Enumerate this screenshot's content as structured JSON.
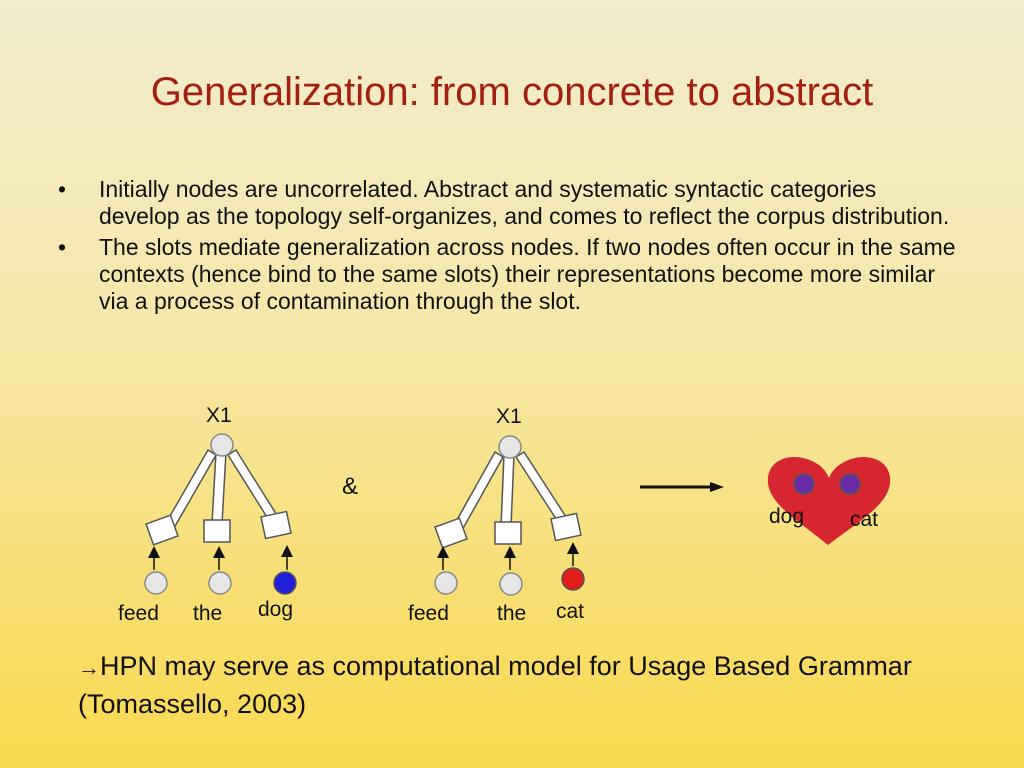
{
  "slide": {
    "title": "Generalization: from concrete to abstract",
    "bullets": [
      "Initially nodes are uncorrelated. Abstract and systematic syntactic categories develop as the topology self-organizes, and comes to reflect the corpus distribution.",
      "The slots mediate generalization across nodes. If two nodes often occur in the same contexts (hence bind to the same slots) their representations become more similar via a process of contamination through the slot."
    ],
    "bullet_symbol": "•",
    "conclusion": {
      "arrow": "→",
      "text": "HPN may serve as computational model for Usage Based Grammar (Tomassello, 2003)"
    }
  },
  "diagram": {
    "tree1": {
      "root": "X1",
      "words": [
        "feed",
        "the",
        "dog"
      ]
    },
    "tree2": {
      "root": "X1",
      "words": [
        "feed",
        "the",
        "cat"
      ]
    },
    "connector": "&",
    "result": {
      "left_label": "dog",
      "right_label": "cat"
    },
    "colors": {
      "node_gray": "#e6e6e6",
      "dog_node": "#1f1fd9",
      "cat_node": "#e21b1b",
      "heart": "#d62632",
      "merged_node": "#6a2aa8"
    }
  }
}
